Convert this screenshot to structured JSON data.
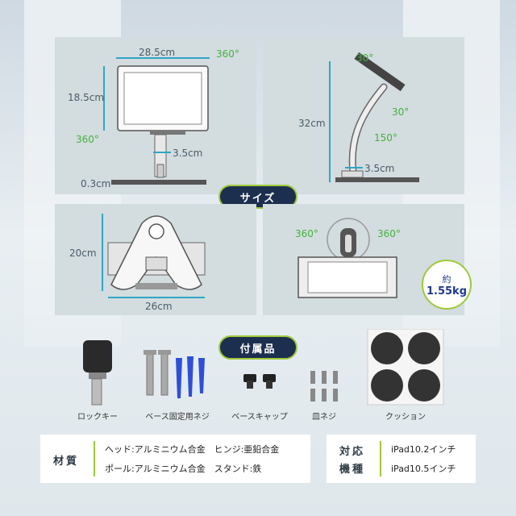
{
  "sections": {
    "size_label": "サイズ",
    "accessories_label": "付属品"
  },
  "front_view": {
    "width": "28.5cm",
    "height": "18.5cm",
    "rotate_top": "360°",
    "rotate_left": "360°",
    "pole": "3.5cm",
    "base": "0.3cm"
  },
  "side_view": {
    "height": "32cm",
    "tilt_top": "30°",
    "tilt_right": "30°",
    "arm_angle": "150°",
    "pole": "3.5cm"
  },
  "base_view": {
    "height": "20cm",
    "width": "26cm"
  },
  "rear_view": {
    "rotate_left": "360°",
    "rotate_right": "360°"
  },
  "weight": {
    "prefix": "約",
    "value": "1.55kg"
  },
  "accessories": [
    {
      "label": "ロックキー"
    },
    {
      "label": "ベース固定用ネジ"
    },
    {
      "label": "ベースキャップ"
    },
    {
      "label": "皿ネジ"
    },
    {
      "label": "クッション"
    }
  ],
  "material": {
    "title": "材質",
    "lines": [
      "ヘッド:アルミニウム合金　ヒンジ:亜鉛合金",
      "ポール:アルミニウム合金　スタンド:鉄"
    ]
  },
  "compat": {
    "title_1": "対応",
    "title_2": "機種",
    "models": [
      "iPad10.2インチ",
      "iPad10.5インチ"
    ]
  },
  "colors": {
    "accent_green": "#9fc93c",
    "navy": "#1d2f4f",
    "dimension_blue": "#2fa6c4",
    "angle_green": "#44b23d"
  }
}
